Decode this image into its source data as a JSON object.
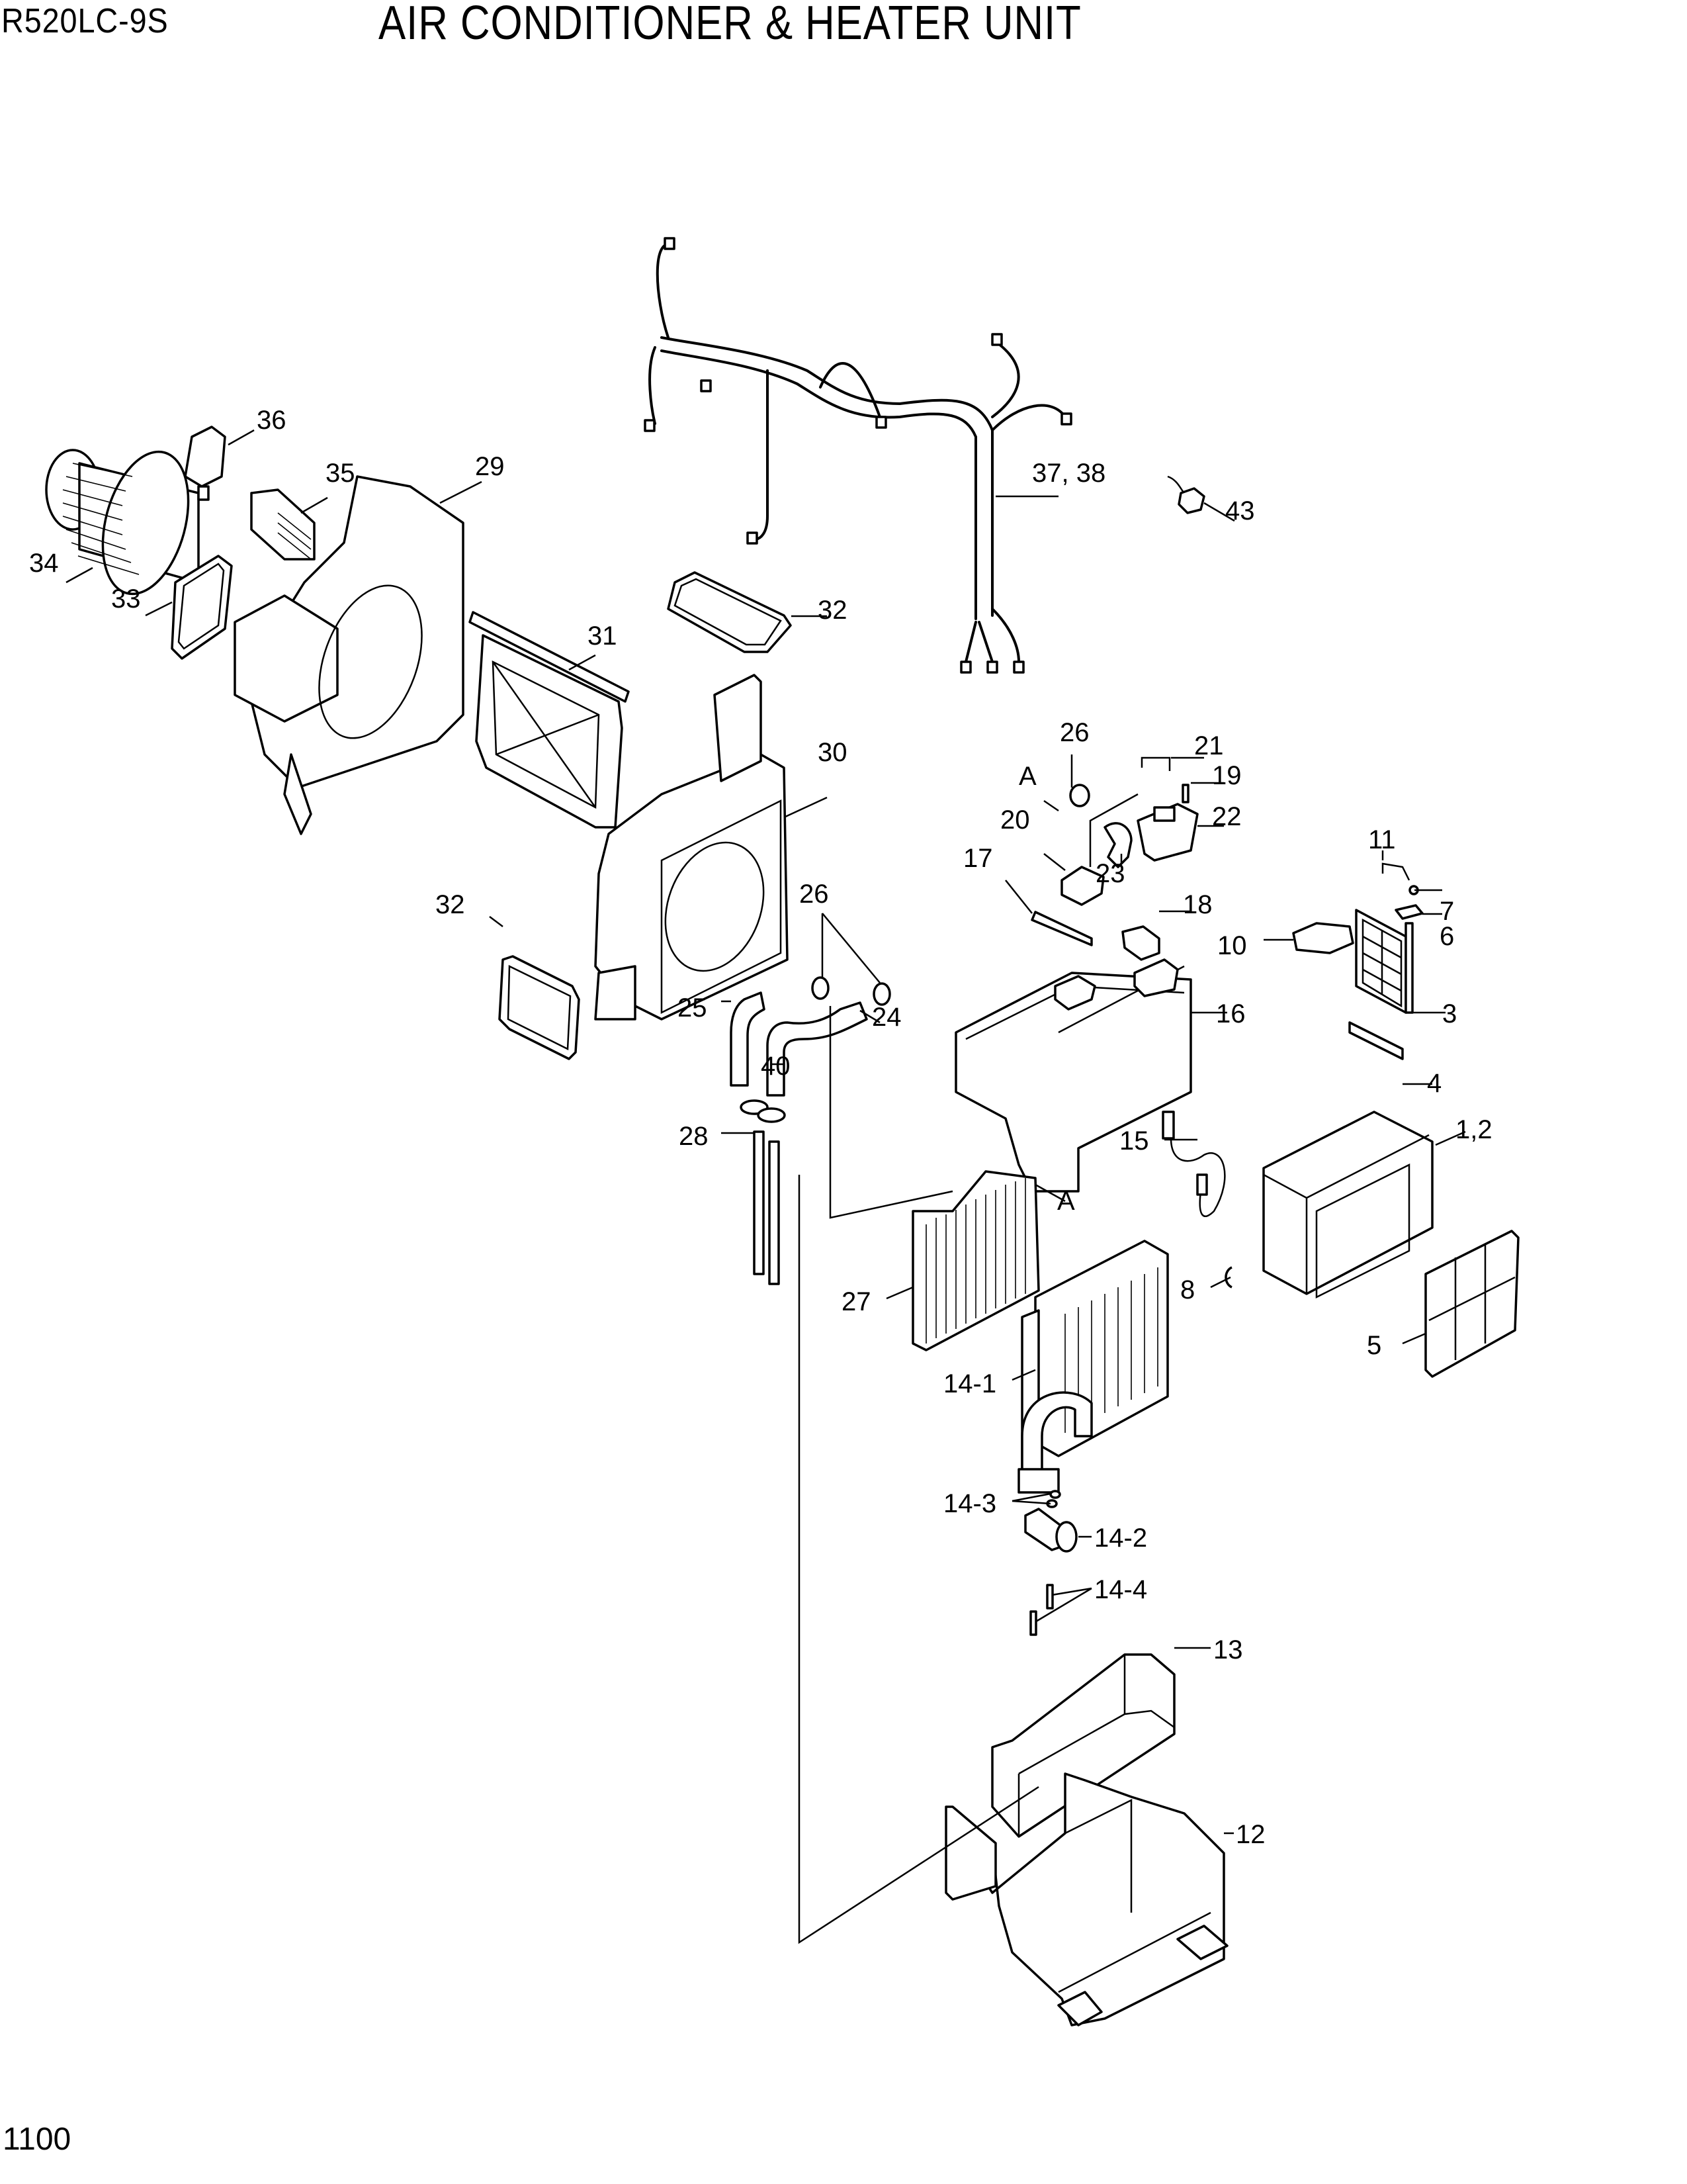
{
  "header": {
    "model": "R520LC-9S",
    "title": "AIR CONDITIONER & HEATER UNIT"
  },
  "footer": {
    "page_number": "1100"
  },
  "callouts": {
    "p1_2": "1,2",
    "p3": "3",
    "p4": "4",
    "p5": "5",
    "p6": "6",
    "p7": "7",
    "p8": "8",
    "p10": "10",
    "p11": "11",
    "p12": "12",
    "p13": "13",
    "p14_1": "14-1",
    "p14_2": "14-2",
    "p14_3": "14-3",
    "p14_4": "14-4",
    "p15": "15",
    "p16": "16",
    "p17": "17",
    "p18": "18",
    "p19": "19",
    "p20": "20",
    "p21": "21",
    "p22": "22",
    "p23": "23",
    "p24": "24",
    "p25": "25",
    "p26_top": "26",
    "p26_mid": "26",
    "p27": "27",
    "p28": "28",
    "p29": "29",
    "p30": "30",
    "p31": "31",
    "p32_top": "32",
    "p32_left": "32",
    "p33": "33",
    "p34": "34",
    "p35": "35",
    "p36": "36",
    "p37_38": "37, 38",
    "p40": "40",
    "p43": "43",
    "ref_a_top": "A",
    "ref_a_mid": "A"
  }
}
